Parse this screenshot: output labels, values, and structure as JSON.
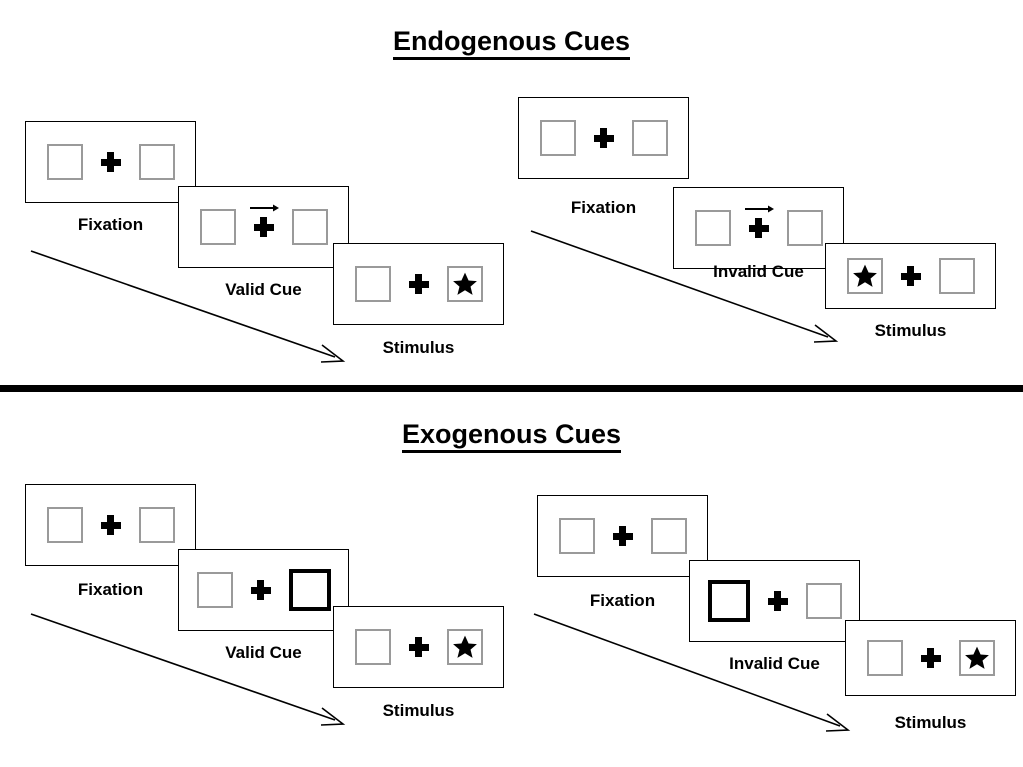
{
  "sections": [
    {
      "id": "endogenous",
      "title": "Endogenous Cues",
      "groups": [
        {
          "id": "endogenous-valid",
          "panels": [
            {
              "id": "endo-valid-fixation",
              "caption": "Fixation",
              "left_box": "empty",
              "right_box": "empty",
              "arrow": "none",
              "star": "none"
            },
            {
              "id": "endo-valid-cue",
              "caption": "Valid Cue",
              "left_box": "empty",
              "right_box": "empty",
              "arrow": "right",
              "star": "none"
            },
            {
              "id": "endo-valid-stimulus",
              "caption": "Stimulus",
              "left_box": "empty",
              "right_box": "star",
              "arrow": "none",
              "star": "right"
            }
          ]
        },
        {
          "id": "endogenous-invalid",
          "panels": [
            {
              "id": "endo-invalid-fixation",
              "caption": "Fixation",
              "left_box": "empty",
              "right_box": "empty",
              "arrow": "none",
              "star": "none"
            },
            {
              "id": "endo-invalid-cue",
              "caption": "Invalid Cue",
              "left_box": "empty",
              "right_box": "empty",
              "arrow": "right",
              "star": "none"
            },
            {
              "id": "endo-invalid-stimulus",
              "caption": "Stimulus",
              "left_box": "star",
              "right_box": "empty",
              "arrow": "none",
              "star": "left"
            }
          ]
        }
      ]
    },
    {
      "id": "exogenous",
      "title": "Exogenous Cues",
      "groups": [
        {
          "id": "exogenous-valid",
          "panels": [
            {
              "id": "exo-valid-fixation",
              "caption": "Fixation",
              "left_box": "empty",
              "right_box": "empty",
              "arrow": "none",
              "star": "none"
            },
            {
              "id": "exo-valid-cue",
              "caption": "Valid Cue",
              "left_box": "empty",
              "right_box": "cued",
              "arrow": "none",
              "star": "none"
            },
            {
              "id": "exo-valid-stimulus",
              "caption": "Stimulus",
              "left_box": "empty",
              "right_box": "star",
              "arrow": "none",
              "star": "right"
            }
          ]
        },
        {
          "id": "exogenous-invalid",
          "panels": [
            {
              "id": "exo-invalid-fixation",
              "caption": "Fixation",
              "left_box": "empty",
              "right_box": "empty",
              "arrow": "none",
              "star": "none"
            },
            {
              "id": "exo-invalid-cue",
              "caption": "Invalid Cue",
              "left_box": "cued",
              "right_box": "empty",
              "arrow": "none",
              "star": "none"
            },
            {
              "id": "exo-invalid-stimulus",
              "caption": "Stimulus",
              "left_box": "empty",
              "right_box": "star",
              "arrow": "none",
              "star": "right"
            }
          ]
        }
      ]
    }
  ],
  "colors": {
    "box_border": "#9a9a9a",
    "cued_box_border": "#000000",
    "frame_border": "#000000",
    "ink": "#000000",
    "background": "#ffffff"
  }
}
